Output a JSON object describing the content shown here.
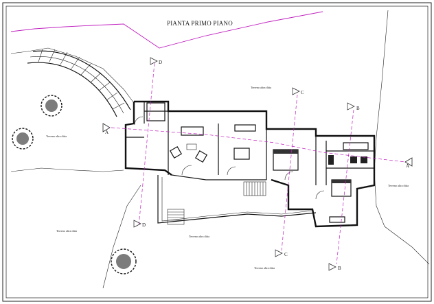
{
  "plan": {
    "title": "PIANTA PRIMO PIANO",
    "area_labels": [
      {
        "id": "a1",
        "text": "Terreno altra ditta"
      },
      {
        "id": "a2",
        "text": "Terreno altra ditta"
      },
      {
        "id": "a3",
        "text": "Terreno altra ditta"
      },
      {
        "id": "a4",
        "text": "Terreno altra ditta"
      },
      {
        "id": "a5",
        "text": "Terreno altra ditta"
      },
      {
        "id": "a6",
        "text": "Terreno altra ditta"
      }
    ],
    "section_markers": {
      "A": "A",
      "B": "B",
      "C": "C",
      "D": "D"
    }
  }
}
